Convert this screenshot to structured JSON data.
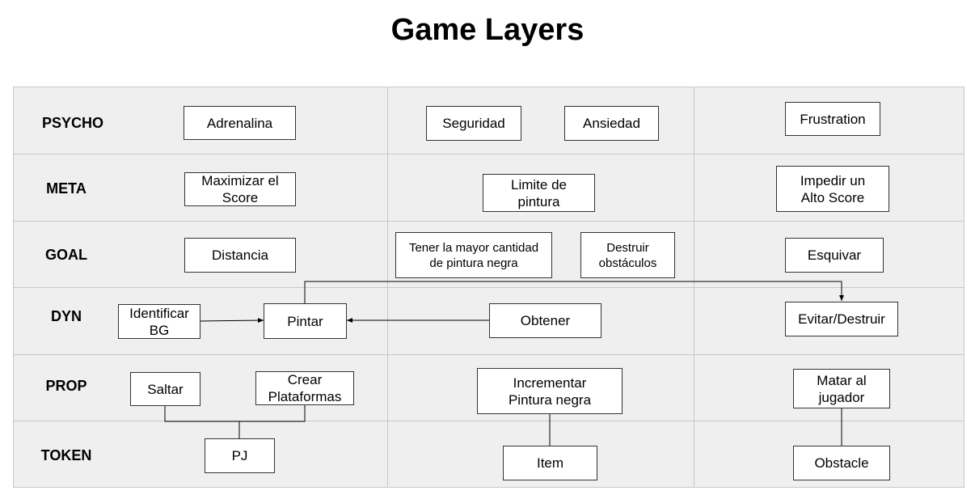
{
  "title": "Game Layers",
  "rows": {
    "psycho": "PSYCHO",
    "meta": "META",
    "goal": "GOAL",
    "dyn": "DYN",
    "prop": "PROP",
    "token": "TOKEN"
  },
  "nodes": {
    "adrenalina": "Adrenalina",
    "seguridad": "Seguridad",
    "ansiedad": "Ansiedad",
    "frustration": "Frustration",
    "maximizar": "Maximizar el\nScore",
    "limite": "Limite de\npintura",
    "impedir": "Impedir un\nAlto Score",
    "distancia": "Distancia",
    "tener": "Tener la mayor cantidad\nde pintura negra",
    "destruir": "Destruir\nobstáculos",
    "esquivar": "Esquivar",
    "identificar": "Identificar\nBG",
    "pintar": "Pintar",
    "obtener": "Obtener",
    "evitar": "Evitar/Destruir",
    "saltar": "Saltar",
    "crear": "Crear\nPlataformas",
    "incrementar": "Incrementar\nPintura negra",
    "matar": "Matar al\njugador",
    "pj": "PJ",
    "item": "Item",
    "obstacle": "Obstacle"
  }
}
